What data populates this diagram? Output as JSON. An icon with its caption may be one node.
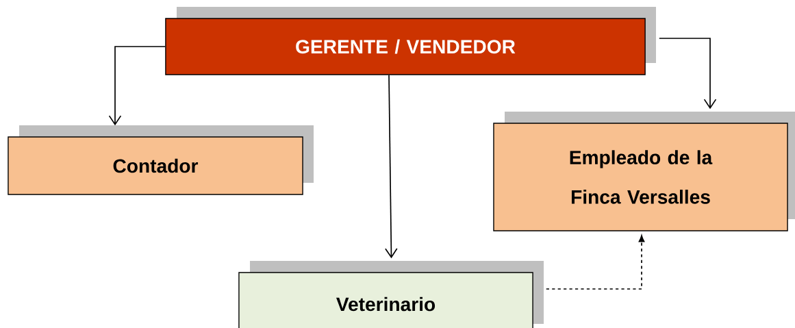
{
  "diagram": {
    "nodes": [
      {
        "text": [
          "GERENTE / VENDEDOR"
        ]
      },
      {
        "text": [
          "Contador"
        ]
      },
      {
        "text": [
          "Empleado de la Finca Versalles"
        ]
      },
      {
        "text": [
          "Veterinario"
        ]
      }
    ],
    "edges": [
      {
        "from": 0,
        "to": 1,
        "arrow": "to"
      },
      {
        "from": 0,
        "to": 2,
        "arrow": "to"
      },
      {
        "from": 0,
        "to": 3,
        "arrow": "to"
      },
      {
        "from": 3,
        "to": 2,
        "arrow": "to",
        "style": "dashed"
      }
    ]
  }
}
